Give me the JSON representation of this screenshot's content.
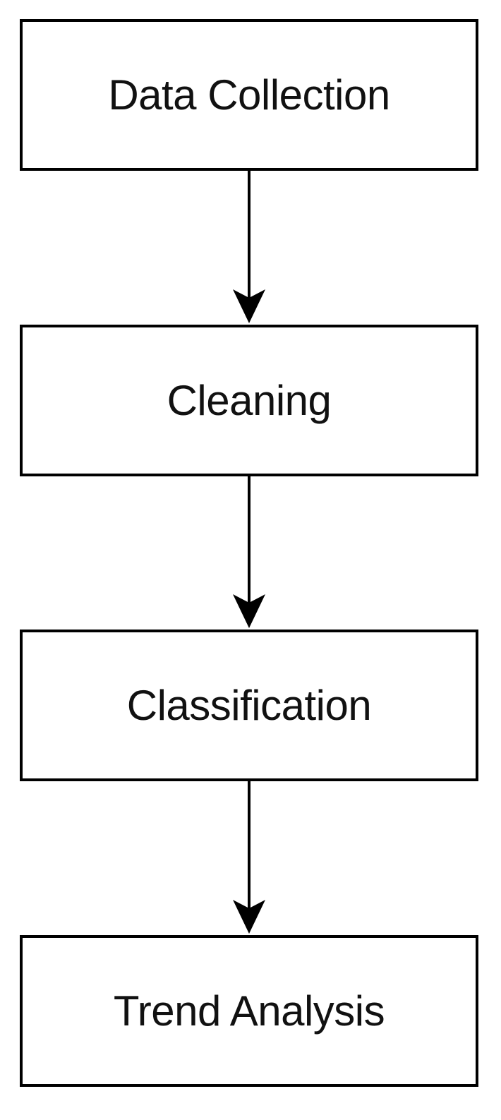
{
  "flowchart": {
    "steps": [
      {
        "label": "Data Collection"
      },
      {
        "label": "Cleaning"
      },
      {
        "label": "Classification"
      },
      {
        "label": "Trend Analysis"
      }
    ],
    "colors": {
      "stroke": "#000000",
      "text": "#111111",
      "fill": "#ffffff"
    }
  }
}
